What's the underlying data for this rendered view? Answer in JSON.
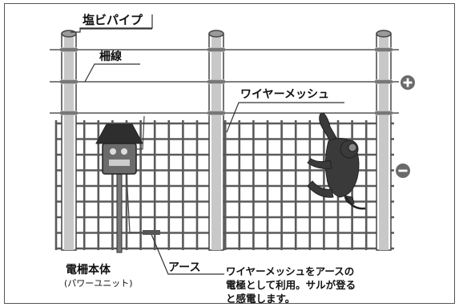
{
  "labels": {
    "salt_pipe": "塩ビパイプ",
    "barbed_wire": "柵線",
    "wire_mesh": "ワイヤーメッシュ",
    "unit_name": "電柵本体",
    "unit_sub": "(パワーユニット)",
    "earth": "アース",
    "description": "ワイヤーメッシュをアースの\n電極として利用。サルが登る\nと感電します。"
  },
  "signs": {
    "plus": "+",
    "minus": "−"
  },
  "colors": {
    "mesh": "#5a5a5a",
    "post": "#bdbdbd",
    "wire": "#555555",
    "sign_fill": "#6a6a6a"
  },
  "icons": {
    "power_unit": "power-unit-icon",
    "monkey": "monkey-icon",
    "plus": "plus-icon",
    "minus": "minus-icon"
  }
}
